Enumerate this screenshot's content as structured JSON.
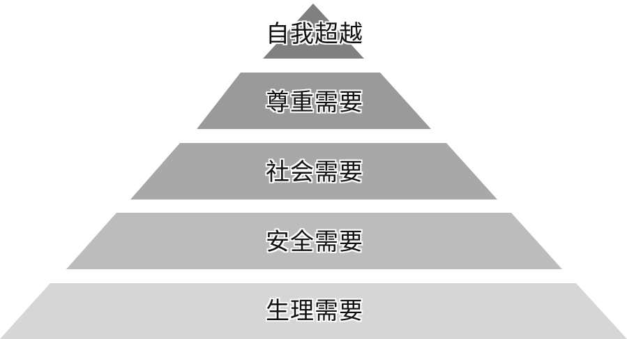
{
  "tiers": [
    {
      "label": "自我超越",
      "color": "#808080"
    },
    {
      "label": "尊重需要",
      "color": "#9a9a9a"
    },
    {
      "label": "社会需要",
      "color": "#a8a8a8"
    },
    {
      "label": "安全需要",
      "color": "#bcbcbc"
    },
    {
      "label": "生理需要",
      "color": "#d6d6d6"
    }
  ]
}
